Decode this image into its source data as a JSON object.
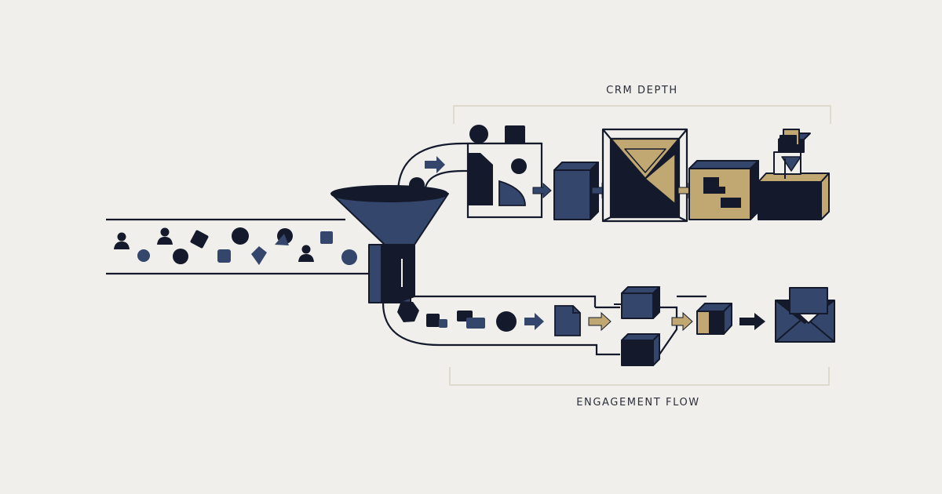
{
  "labels": {
    "crm_depth": "CRM DEPTH",
    "engagement_flow": "ENGAGEMENT FLOW"
  },
  "colors": {
    "background": "#f1efeb",
    "navy": "#34466b",
    "ink": "#141a2b",
    "gold": "#c1a873",
    "outline": "#141a2b",
    "bracket": "#d9d3c4"
  },
  "icons": {
    "input_stream": [
      "person-icon",
      "circle-icon",
      "person-icon",
      "circle-icon",
      "diamond-icon",
      "square-icon",
      "circle-icon",
      "kite-icon",
      "circle-icon",
      "person-icon",
      "circle-icon",
      "square-icon"
    ],
    "funnel": "funnel-icon",
    "crm_stages": [
      "shapes-panel",
      "navy-cube",
      "hourglass-cube",
      "puzzle-cube",
      "stacked-cubes"
    ],
    "engagement_stages": [
      "document-icon",
      "split-cubes",
      "merged-cube",
      "envelope-icon"
    ]
  }
}
